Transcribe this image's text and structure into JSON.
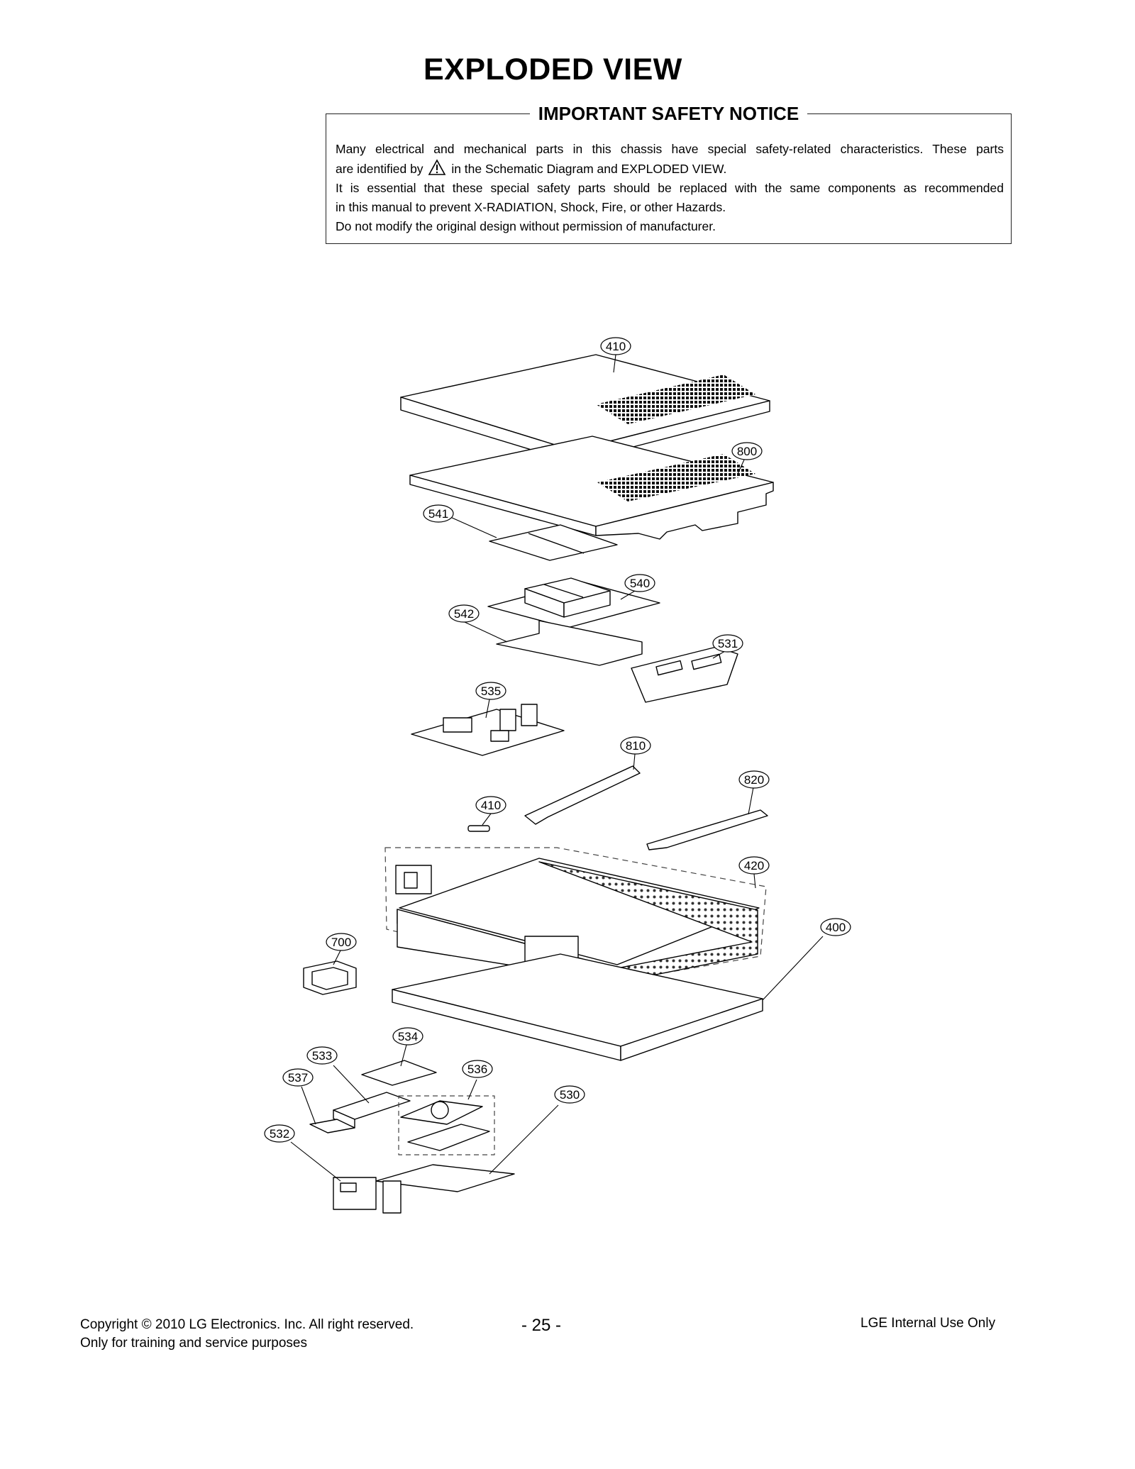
{
  "page": {
    "title": "EXPLODED VIEW"
  },
  "notice": {
    "heading": "IMPORTANT SAFETY NOTICE",
    "line1": "Many electrical and mechanical parts in this chassis have special safety-related characteristics. These parts",
    "line2_before_icon": "are identified by",
    "warning_icon": "warning-triangle-icon",
    "line2_after_icon": " in the Schematic Diagram and EXPLODED VIEW.",
    "line3": "It is essential that these special safety parts should be replaced with the same components as recommended",
    "line4": "in this manual to prevent X-RADIATION, Shock, Fire, or other Hazards.",
    "line5": "Do not modify the original design without permission of manufacturer."
  },
  "callouts": {
    "c410_top": "410",
    "c800": "800",
    "c541": "541",
    "c540": "540",
    "c542": "542",
    "c531": "531",
    "c535": "535",
    "c810": "810",
    "c820": "820",
    "c410_screw": "410",
    "c420": "420",
    "c400": "400",
    "c700": "700",
    "c534": "534",
    "c533": "533",
    "c537": "537",
    "c536": "536",
    "c530": "530",
    "c532": "532"
  },
  "footer": {
    "copyright": "Copyright  © 2010 LG Electronics. Inc. All right reserved.",
    "purpose": "Only for training and service purposes",
    "page_number": "- 25 -",
    "internal": "LGE Internal Use Only"
  }
}
